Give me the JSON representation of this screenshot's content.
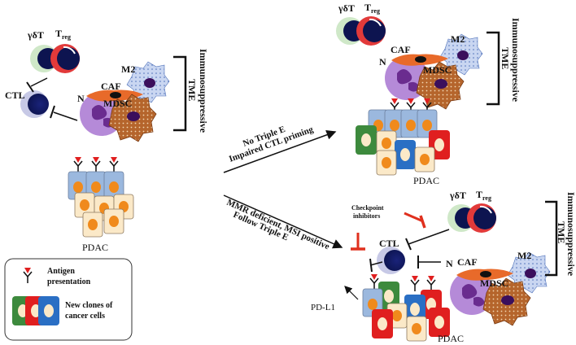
{
  "cells": {
    "gamma_delta_t": "γδT",
    "treg_main": "T",
    "treg_sub": "reg",
    "ctl": "CTL",
    "caf": "CAF",
    "mdsc": "MDSC",
    "m2": "M2",
    "neutrophil": "N"
  },
  "tme_label_line1": "Immunosuppressive",
  "tme_label_line2": "TME",
  "pdac": "PDAC",
  "arrow_upper_line1": "No Triple E",
  "arrow_upper_line2": "Impaired CTL priming",
  "arrow_lower_line1": "MMR deficient, MSI positive",
  "arrow_lower_line2": "Follow Triple E",
  "checkpoint_line1": "Checkpoint",
  "checkpoint_line2": "inhibitors",
  "pdl1": "PD-L1",
  "legend": {
    "antigen_line1": "Antigen",
    "antigen_line2": "presentation",
    "clones_line1": "New clones of",
    "clones_line2": "cancer cells"
  },
  "colors": {
    "ctl_navy": "#0d1450",
    "treg_red": "#d8141c",
    "gd_green": "#9fd49a",
    "caf_orange": "#e86a2a",
    "mdsc_brown": "#a0522d",
    "neutrophil_purple": "#b079d8",
    "tumor_blue": "#9bb8de",
    "tumor_cream": "#fbe9c8",
    "nucleus_orange": "#f08a1c",
    "clone_green": "#3d8a3d",
    "clone_red": "#e01f1f",
    "clone_blue": "#2a6fc4",
    "inhibit_red": "#e0301e"
  }
}
